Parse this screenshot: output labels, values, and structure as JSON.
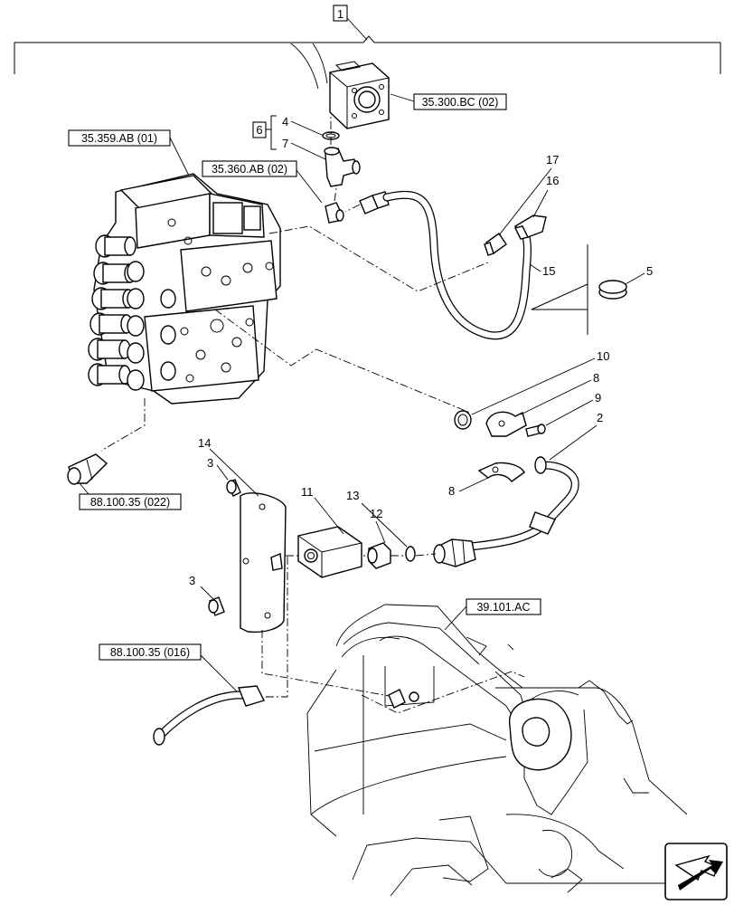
{
  "group_label": "1",
  "kit_label": "6",
  "references": {
    "r_35_300": "35.300.BC (02)",
    "r_35_359": "35.359.AB (01)",
    "r_35_360": "35.360.AB (02)",
    "r_88_022": "88.100.35 (022)",
    "r_88_016": "88.100.35 (016)",
    "r_39_101": "39.101.AC"
  },
  "callouts": {
    "c2": "2",
    "c3a": "3",
    "c3b": "3",
    "c4": "4",
    "c5": "5",
    "c7": "7",
    "c8a": "8",
    "c8b": "8",
    "c9": "9",
    "c10": "10",
    "c11": "11",
    "c12": "12",
    "c13": "13",
    "c14": "14",
    "c15": "15",
    "c16": "16",
    "c17": "17"
  },
  "icons": {
    "nav": "arrow-navigation-icon"
  }
}
